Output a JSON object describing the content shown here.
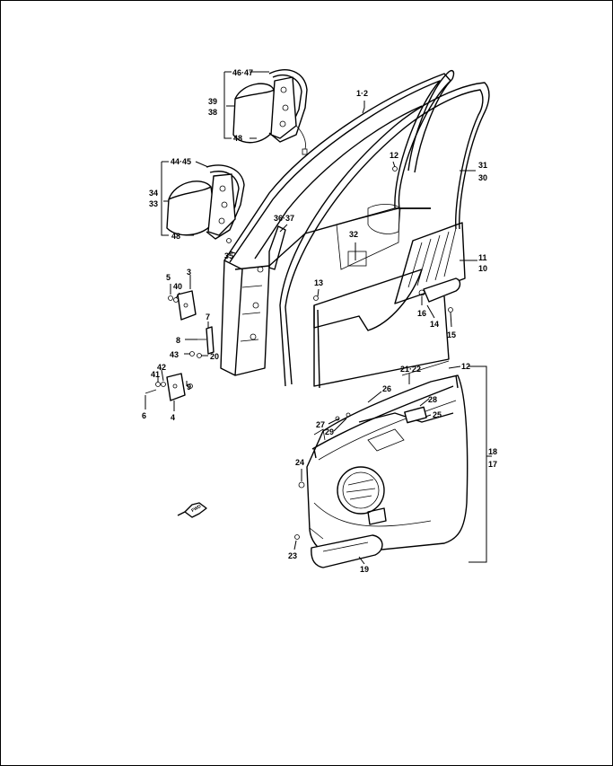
{
  "callouts": {
    "c_46_47": "46·47",
    "c_39": "39",
    "c_38": "38",
    "c_48a": "48",
    "c_1_2": "1·2",
    "c_12a": "12",
    "c_31": "31",
    "c_30": "30",
    "c_44_45": "44·45",
    "c_34": "34",
    "c_33": "33",
    "c_48b": "48",
    "c_36_37": "36·37",
    "c_32": "32",
    "c_35": "35",
    "c_11": "11",
    "c_10": "10",
    "c_5": "5",
    "c_3": "3",
    "c_40": "40",
    "c_13": "13",
    "c_16": "16",
    "c_14": "14",
    "c_15": "15",
    "c_7": "7",
    "c_8": "8",
    "c_43": "43",
    "c_20": "20",
    "c_42": "42",
    "c_41": "41",
    "c_9": "9",
    "c_6": "6",
    "c_4": "4",
    "c_21_22": "21·22",
    "c_12b": "12",
    "c_26": "26",
    "c_28": "28",
    "c_25": "25",
    "c_27": "27",
    "c_29": "29",
    "c_18": "18",
    "c_17": "17",
    "c_24": "24",
    "c_23": "23",
    "c_19": "19",
    "fwd": "FWD"
  }
}
